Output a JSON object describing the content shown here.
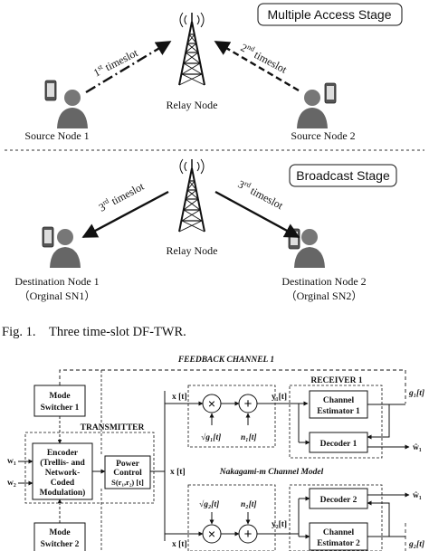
{
  "fig1": {
    "mac_stage": "Multiple Access Stage",
    "bc_stage": "Broadcast Stage",
    "relay_top": "Relay Node",
    "relay_bottom": "Relay Node",
    "src1": "Source Node 1",
    "src2": "Source Node 2",
    "dst1": "Destination Node 1",
    "dst1_sub": "（Orginal SN1）",
    "dst2": "Destination Node 2",
    "dst2_sub": "（Orginal SN2）",
    "ts1_num": "1",
    "ts1_sup": "st",
    "ts1_word": " timeslot",
    "ts2_num": "2",
    "ts2_sup": "nd",
    "ts2_word": " timeslot",
    "ts3a_num": "3",
    "ts3a_sup": "rd",
    "ts3a_word": " timeslot",
    "ts3b_num": "3",
    "ts3b_sup": "rd",
    "ts3b_word": " timeslot",
    "caption": "Fig. 1.    Three time-slot DF-TWR."
  },
  "fig2": {
    "feedback": "FEEDBACK  CHANNEL 1",
    "mode1_l1": "Mode",
    "mode1_l2": "Switcher 1",
    "mode2_l1": "Mode",
    "mode2_l2": "Switcher 2",
    "transmitter": "TRANSMITTER",
    "enc_l1": "Encoder",
    "enc_l2": "(Trellis- and",
    "enc_l3": "Network-",
    "enc_l4": "Coded",
    "enc_l5": "Modulation)",
    "pc_l1": "Power",
    "pc_l2": "Control",
    "pc_l3": "S(r₁,r₂) [t]",
    "w1": "w₁",
    "w2": "w₂",
    "xt_top": "x [t]",
    "xt_mid": "x [t]",
    "xt_bot": "x [t]",
    "g1_tap": "√g₁[t]",
    "n1": "n₁[t]",
    "g2_tap": "√g₂[t]",
    "n2": "n₂[t]",
    "y1": "y₁[t]",
    "y2": "y₂[t]",
    "receiver1": "RECEIVER 1",
    "ce1_l1": "Channel",
    "ce1_l2": "Estimator 1",
    "dec1": "Decoder 1",
    "dec2": "Decoder 2",
    "ce2_l1": "Channel",
    "ce2_l2": "Estimator 2",
    "g1_out": "g₁[t]",
    "g2_out": "g₂[t]",
    "w1hat": "ŵ₁",
    "w2hat": "ŵ₁",
    "naka": "Nakagami-m Channel Model",
    "times": "×",
    "plus": "+"
  }
}
